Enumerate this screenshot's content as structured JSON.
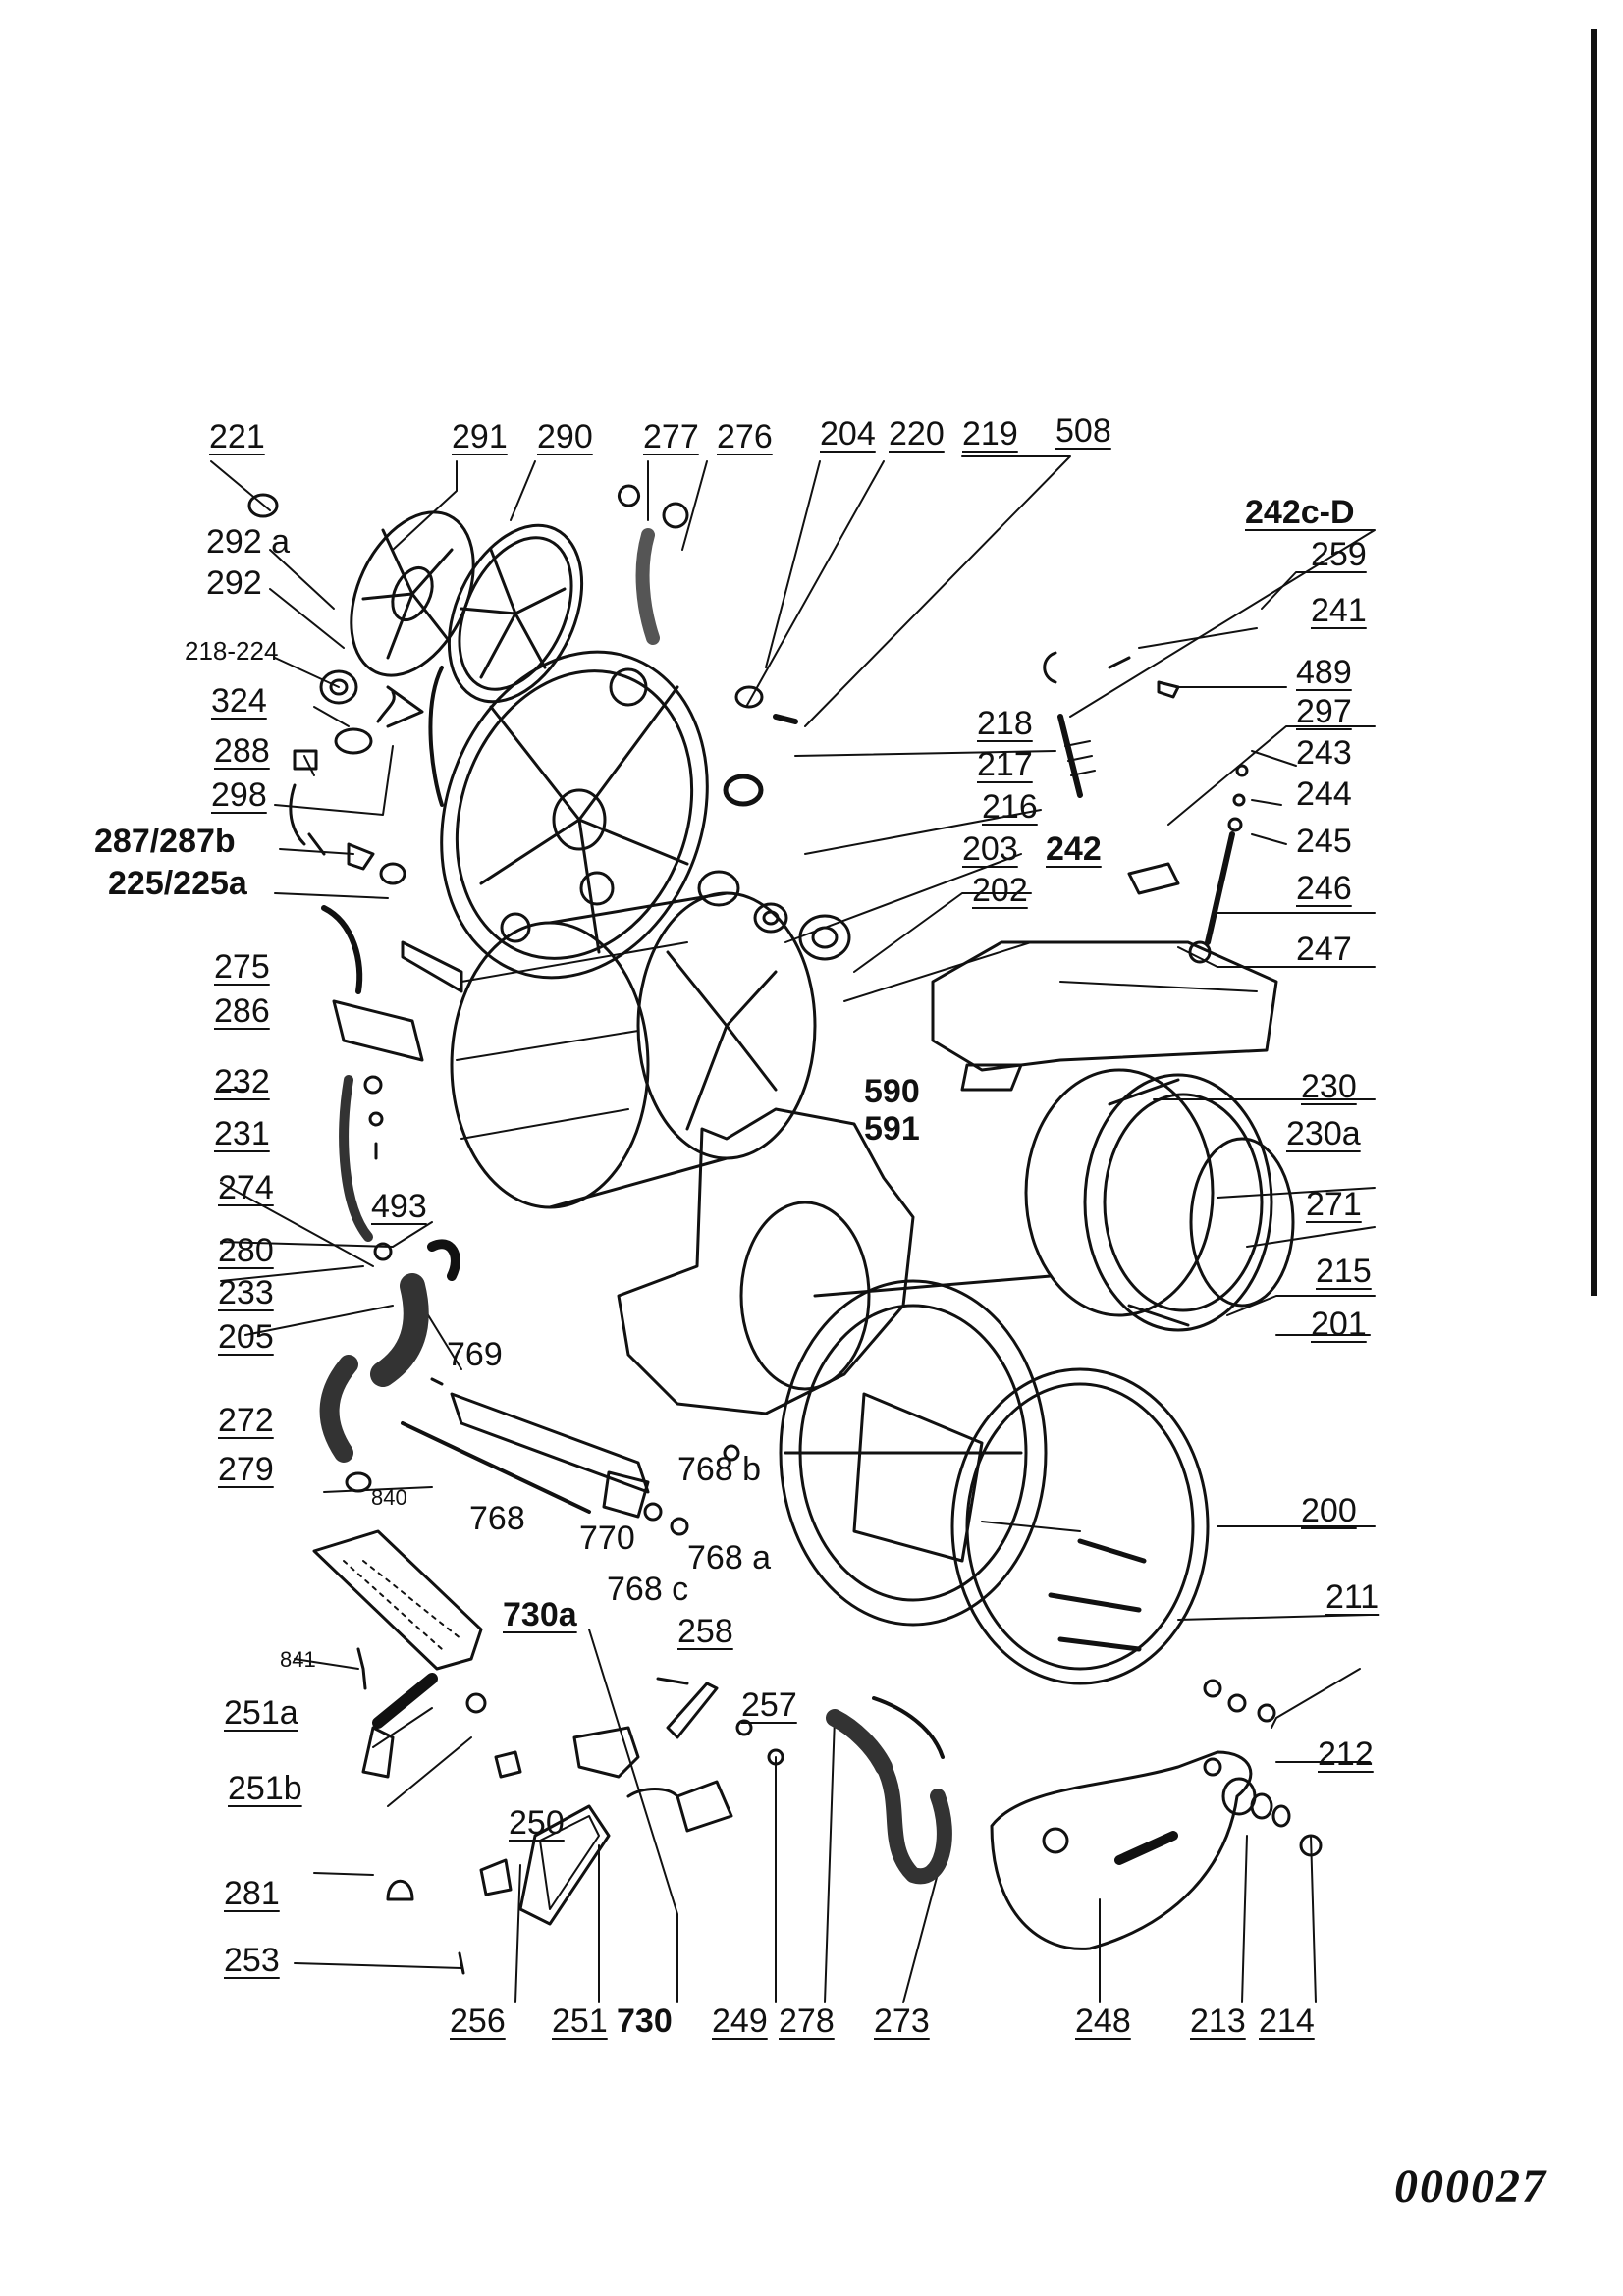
{
  "diagram": {
    "labels": [
      "221",
      "291",
      "290",
      "277",
      "276",
      "204",
      "220",
      "219",
      "508",
      "242c-D",
      "259",
      "241",
      "489",
      "297",
      "243",
      "244",
      "245",
      "246",
      "247",
      "292 a",
      "292",
      "218-224",
      "324",
      "288",
      "298",
      "287/287b",
      "225/225a",
      "275",
      "286",
      "232",
      "231",
      "274",
      "493",
      "280",
      "233",
      "205",
      "769",
      "218",
      "217",
      "216",
      "203",
      "242",
      "202",
      "590",
      "591",
      "230",
      "230a",
      "271",
      "215",
      "201",
      "200",
      "211",
      "212",
      "272",
      "279",
      "840",
      "768",
      "770",
      "768 b",
      "768 c",
      "768 a",
      "841",
      "251a",
      "251b",
      "730a",
      "258",
      "257",
      "250",
      "281",
      "253",
      "256",
      "251",
      "730",
      "249",
      "278",
      "273",
      "248",
      "213",
      "214"
    ],
    "page_number": "000027"
  }
}
